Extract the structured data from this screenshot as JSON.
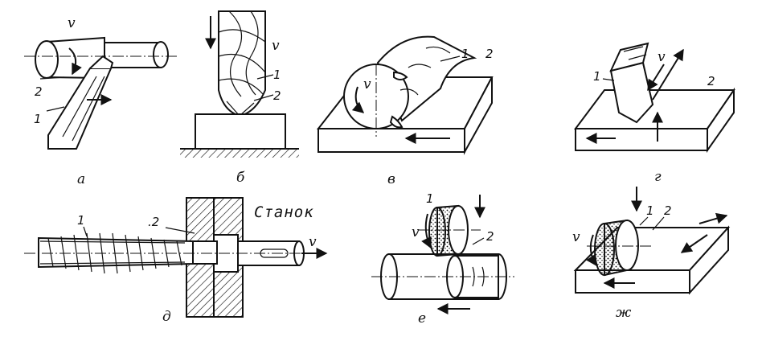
{
  "figures": [
    {
      "id": "a",
      "caption": "а",
      "labels": {
        "v": "v",
        "n1": "1",
        "n2": "2"
      }
    },
    {
      "id": "b",
      "caption": "б",
      "labels": {
        "v": "v",
        "n1": "1",
        "n2": "2"
      }
    },
    {
      "id": "c",
      "caption": "в",
      "labels": {
        "v": "v",
        "n1": "1",
        "n2": "2"
      }
    },
    {
      "id": "d",
      "caption": "г",
      "labels": {
        "v": "v",
        "n1": "1",
        "n2": "2"
      }
    },
    {
      "id": "e",
      "caption": "д",
      "labels": {
        "v": "v",
        "n1": "1",
        "n2": ".2",
        "machine": "Станок"
      }
    },
    {
      "id": "f",
      "caption": "е",
      "labels": {
        "v": "v",
        "n1": "1",
        "n2": "2"
      }
    },
    {
      "id": "g",
      "caption": "ж",
      "labels": {
        "v": "v",
        "n1": "1",
        "n2": "2"
      }
    }
  ]
}
